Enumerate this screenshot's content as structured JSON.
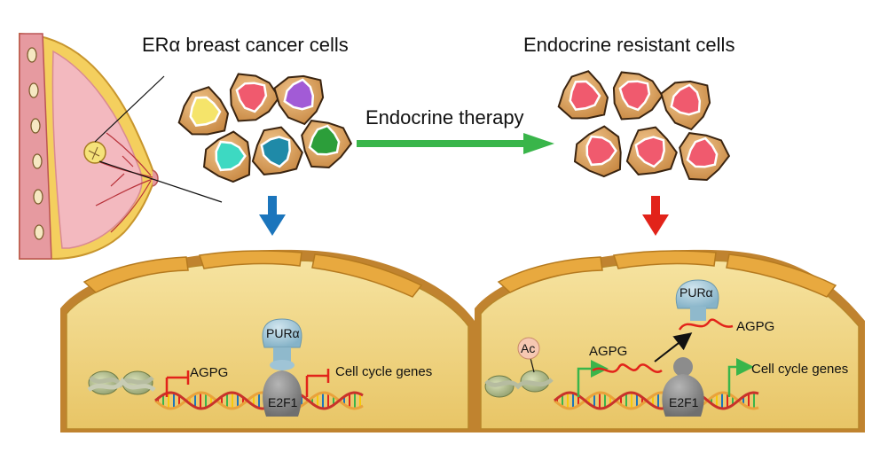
{
  "titles": {
    "left": "ERα breast cancer cells",
    "right": "Endocrine resistant cells",
    "arrow": "Endocrine therapy"
  },
  "left_panel": {
    "pur": "PURα",
    "agpg": "AGPG",
    "cellcycle": "Cell cycle genes",
    "e2f1": "E2F1"
  },
  "right_panel": {
    "pur": "PURα",
    "agpg_rna": "AGPG",
    "agpg_gene": "AGPG",
    "ac": "Ac",
    "cellcycle": "Cell cycle genes",
    "e2f1": "E2F1"
  },
  "colors": {
    "therapy_arrow": "#39b54a",
    "down_arrow_left": "#1b75bc",
    "down_arrow_right": "#e2231a",
    "cell_fill": "#dba76a",
    "nucleus_fill": "#f3dc8a",
    "inhibit": "#e2231a",
    "activate": "#39b54a",
    "pur": "#9fc4d6",
    "e2f1": "#8c8c8c",
    "rna": "#e2231a"
  },
  "left_cell_nuclei": [
    "#f5e46a",
    "#f05a6e",
    "#a25bd6",
    "#3dd9c2",
    "#1f8aa8",
    "#2c9e3a"
  ],
  "right_cell_nuclei": [
    "#f05a6e",
    "#f05a6e",
    "#f05a6e",
    "#f05a6e",
    "#f05a6e",
    "#f05a6e"
  ]
}
